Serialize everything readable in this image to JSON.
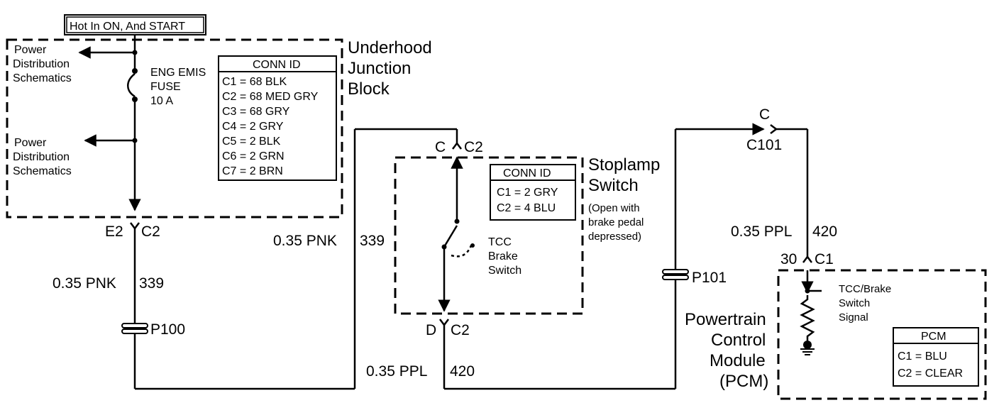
{
  "power_note": "Hot In ON, And START",
  "ujb": {
    "title_lines": [
      "Underhood",
      "Junction",
      "Block"
    ],
    "fuse_lines": [
      "ENG EMIS",
      "FUSE",
      "10 A"
    ],
    "pds_top_lines": [
      "Power",
      "Distribution",
      "Schematics"
    ],
    "pds_bottom_lines": [
      "Power",
      "Distribution",
      "Schematics"
    ],
    "conn_table": {
      "header": "CONN ID",
      "rows": [
        "C1 = 68 BLK",
        "C2 = 68 MED GRY",
        "C3 = 68 GRY",
        "C4 = 2 GRY",
        "C5 = 2 BLK",
        "C6 = 2 GRN",
        "C7 = 2 BRN"
      ]
    },
    "out_pin": "E2",
    "out_conn": "C2"
  },
  "wires": {
    "w1_gauge_color": "0.35 PNK",
    "w1_circuit": "339",
    "w2_gauge_color": "0.35 PNK",
    "w2_circuit": "339",
    "w3_gauge_color": "0.35 PPL",
    "w3_circuit": "420",
    "w4_gauge_color": "0.35 PPL",
    "w4_circuit": "420"
  },
  "passthroughs": {
    "p100": "P100",
    "p101": "P101"
  },
  "stoplamp": {
    "title_lines": [
      "Stoplamp",
      "Switch"
    ],
    "note_lines": [
      "(Open with",
      "brake pedal",
      "depressed)"
    ],
    "switch_lines": [
      "TCC",
      "Brake",
      "Switch"
    ],
    "in_pin": "C",
    "in_conn": "C2",
    "out_pin": "D",
    "out_conn": "C2",
    "conn_table": {
      "header": "CONN ID",
      "rows": [
        "C1 = 2 GRY",
        "C2 = 4 BLU"
      ]
    }
  },
  "c101": {
    "pin": "C",
    "name": "C101"
  },
  "pcm": {
    "title_lines": [
      "Powertrain",
      "Control",
      "Module",
      "(PCM)"
    ],
    "pin": "30",
    "conn": "C1",
    "signal_lines": [
      "TCC/Brake",
      "Switch",
      "Signal"
    ],
    "conn_table": {
      "header": "PCM",
      "rows": [
        "C1 = BLU",
        "C2 = CLEAR"
      ]
    }
  }
}
